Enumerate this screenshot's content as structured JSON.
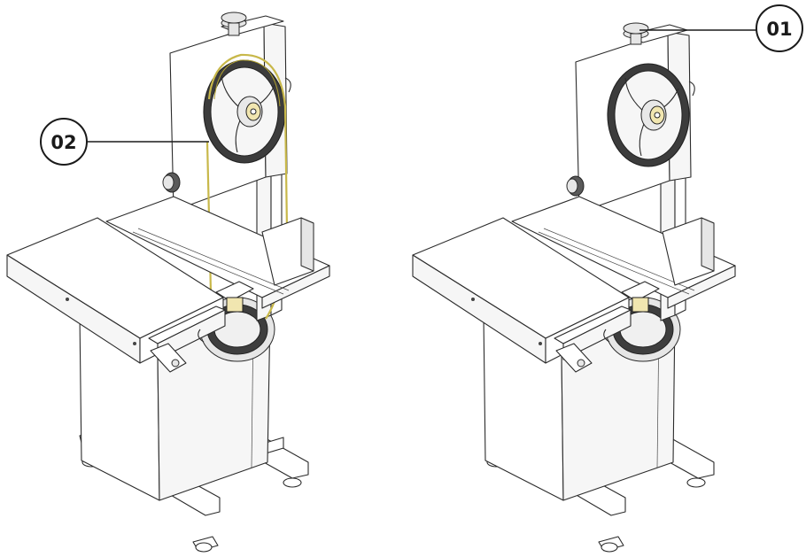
{
  "callouts": {
    "left": {
      "label": "02",
      "target": "blade"
    },
    "right": {
      "label": "01",
      "target": "tension-knob"
    }
  }
}
